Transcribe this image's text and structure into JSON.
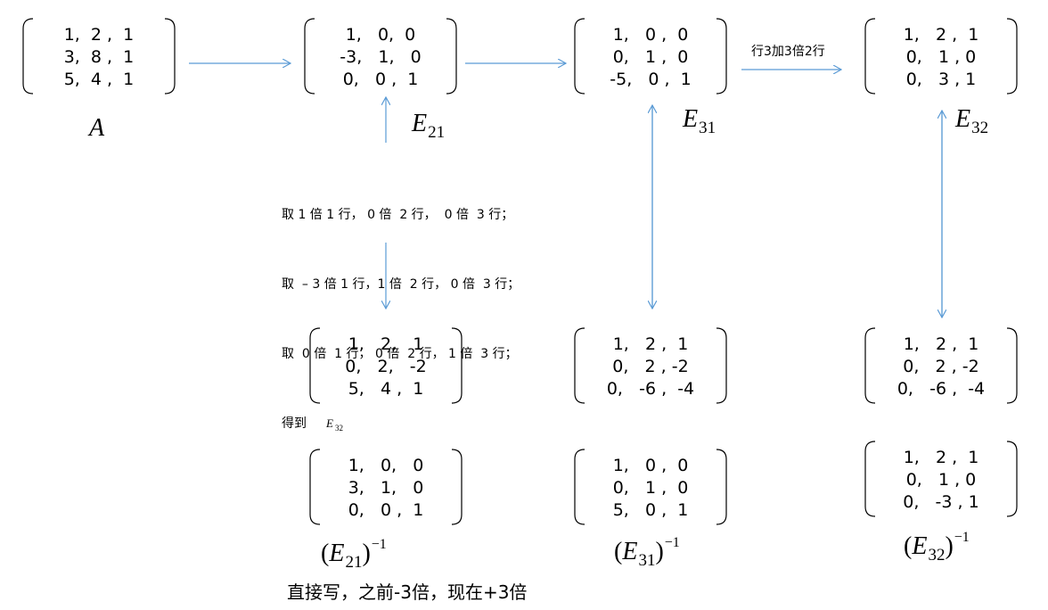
{
  "matrices": {
    "A": {
      "rows": [
        "1,  2 ,  1",
        "3,  8 ,  1",
        "5,  4 ,  1"
      ]
    },
    "E21": {
      "rows": [
        "1,   0,  0",
        "-3,   1,   0",
        "0,   0 ,  1"
      ]
    },
    "E31": {
      "rows": [
        "1,   0 ,  0",
        "0,   1 ,  0",
        "-5,   0 ,  1"
      ]
    },
    "E32": {
      "rows": [
        "1,   2 ,  1",
        "0,   1 , 0",
        "0,   3 , 1"
      ]
    },
    "E21A": {
      "rows": [
        "1,   2,   1",
        "0,   2,   -2",
        "5,   4 ,  1"
      ]
    },
    "E31A": {
      "rows": [
        "1,   2 ,  1",
        "0,   2 , -2",
        "0,   -6 ,  -4"
      ]
    },
    "E32A": {
      "rows": [
        "1,   2 ,  1",
        "0,   2 , -2",
        "0,   -6 ,  -4"
      ]
    },
    "E21inv": {
      "rows": [
        "1,   0,   0",
        "3,   1,   0",
        "0,   0 ,  1"
      ]
    },
    "E31inv": {
      "rows": [
        "1,   0 ,  0",
        "0,   1 ,  0",
        "5,   0 ,  1"
      ]
    },
    "E32inv": {
      "rows": [
        "1,   2 ,  1",
        "0,   1 , 0",
        "0,   -3 , 1"
      ]
    }
  },
  "labels": {
    "A": "A",
    "E": "E",
    "sub21": "21",
    "sub31": "31",
    "sub32": "32",
    "open_paren": "(",
    "close_paren": ")",
    "inverse_sup": "−1"
  },
  "notes": {
    "line1": "取 1 倍 1 行， 0 倍  2 行，  0 倍  3 行；",
    "line2": "取  – 3 倍 1 行，1 倍  2 行， 0 倍  3 行；",
    "line3": "取  0 倍  1 行， 0 倍  2 行， 1 倍  3 行；",
    "line4_prefix": "得到",
    "line4_math": "E",
    "line4_sub": "32"
  },
  "arrow_label": "行3加3倍2行",
  "bottom_note": "直接写，之前-3倍，现在+3倍",
  "colors": {
    "arrow": "#5b9bd5",
    "bracket": "#000000",
    "text": "#000000"
  }
}
